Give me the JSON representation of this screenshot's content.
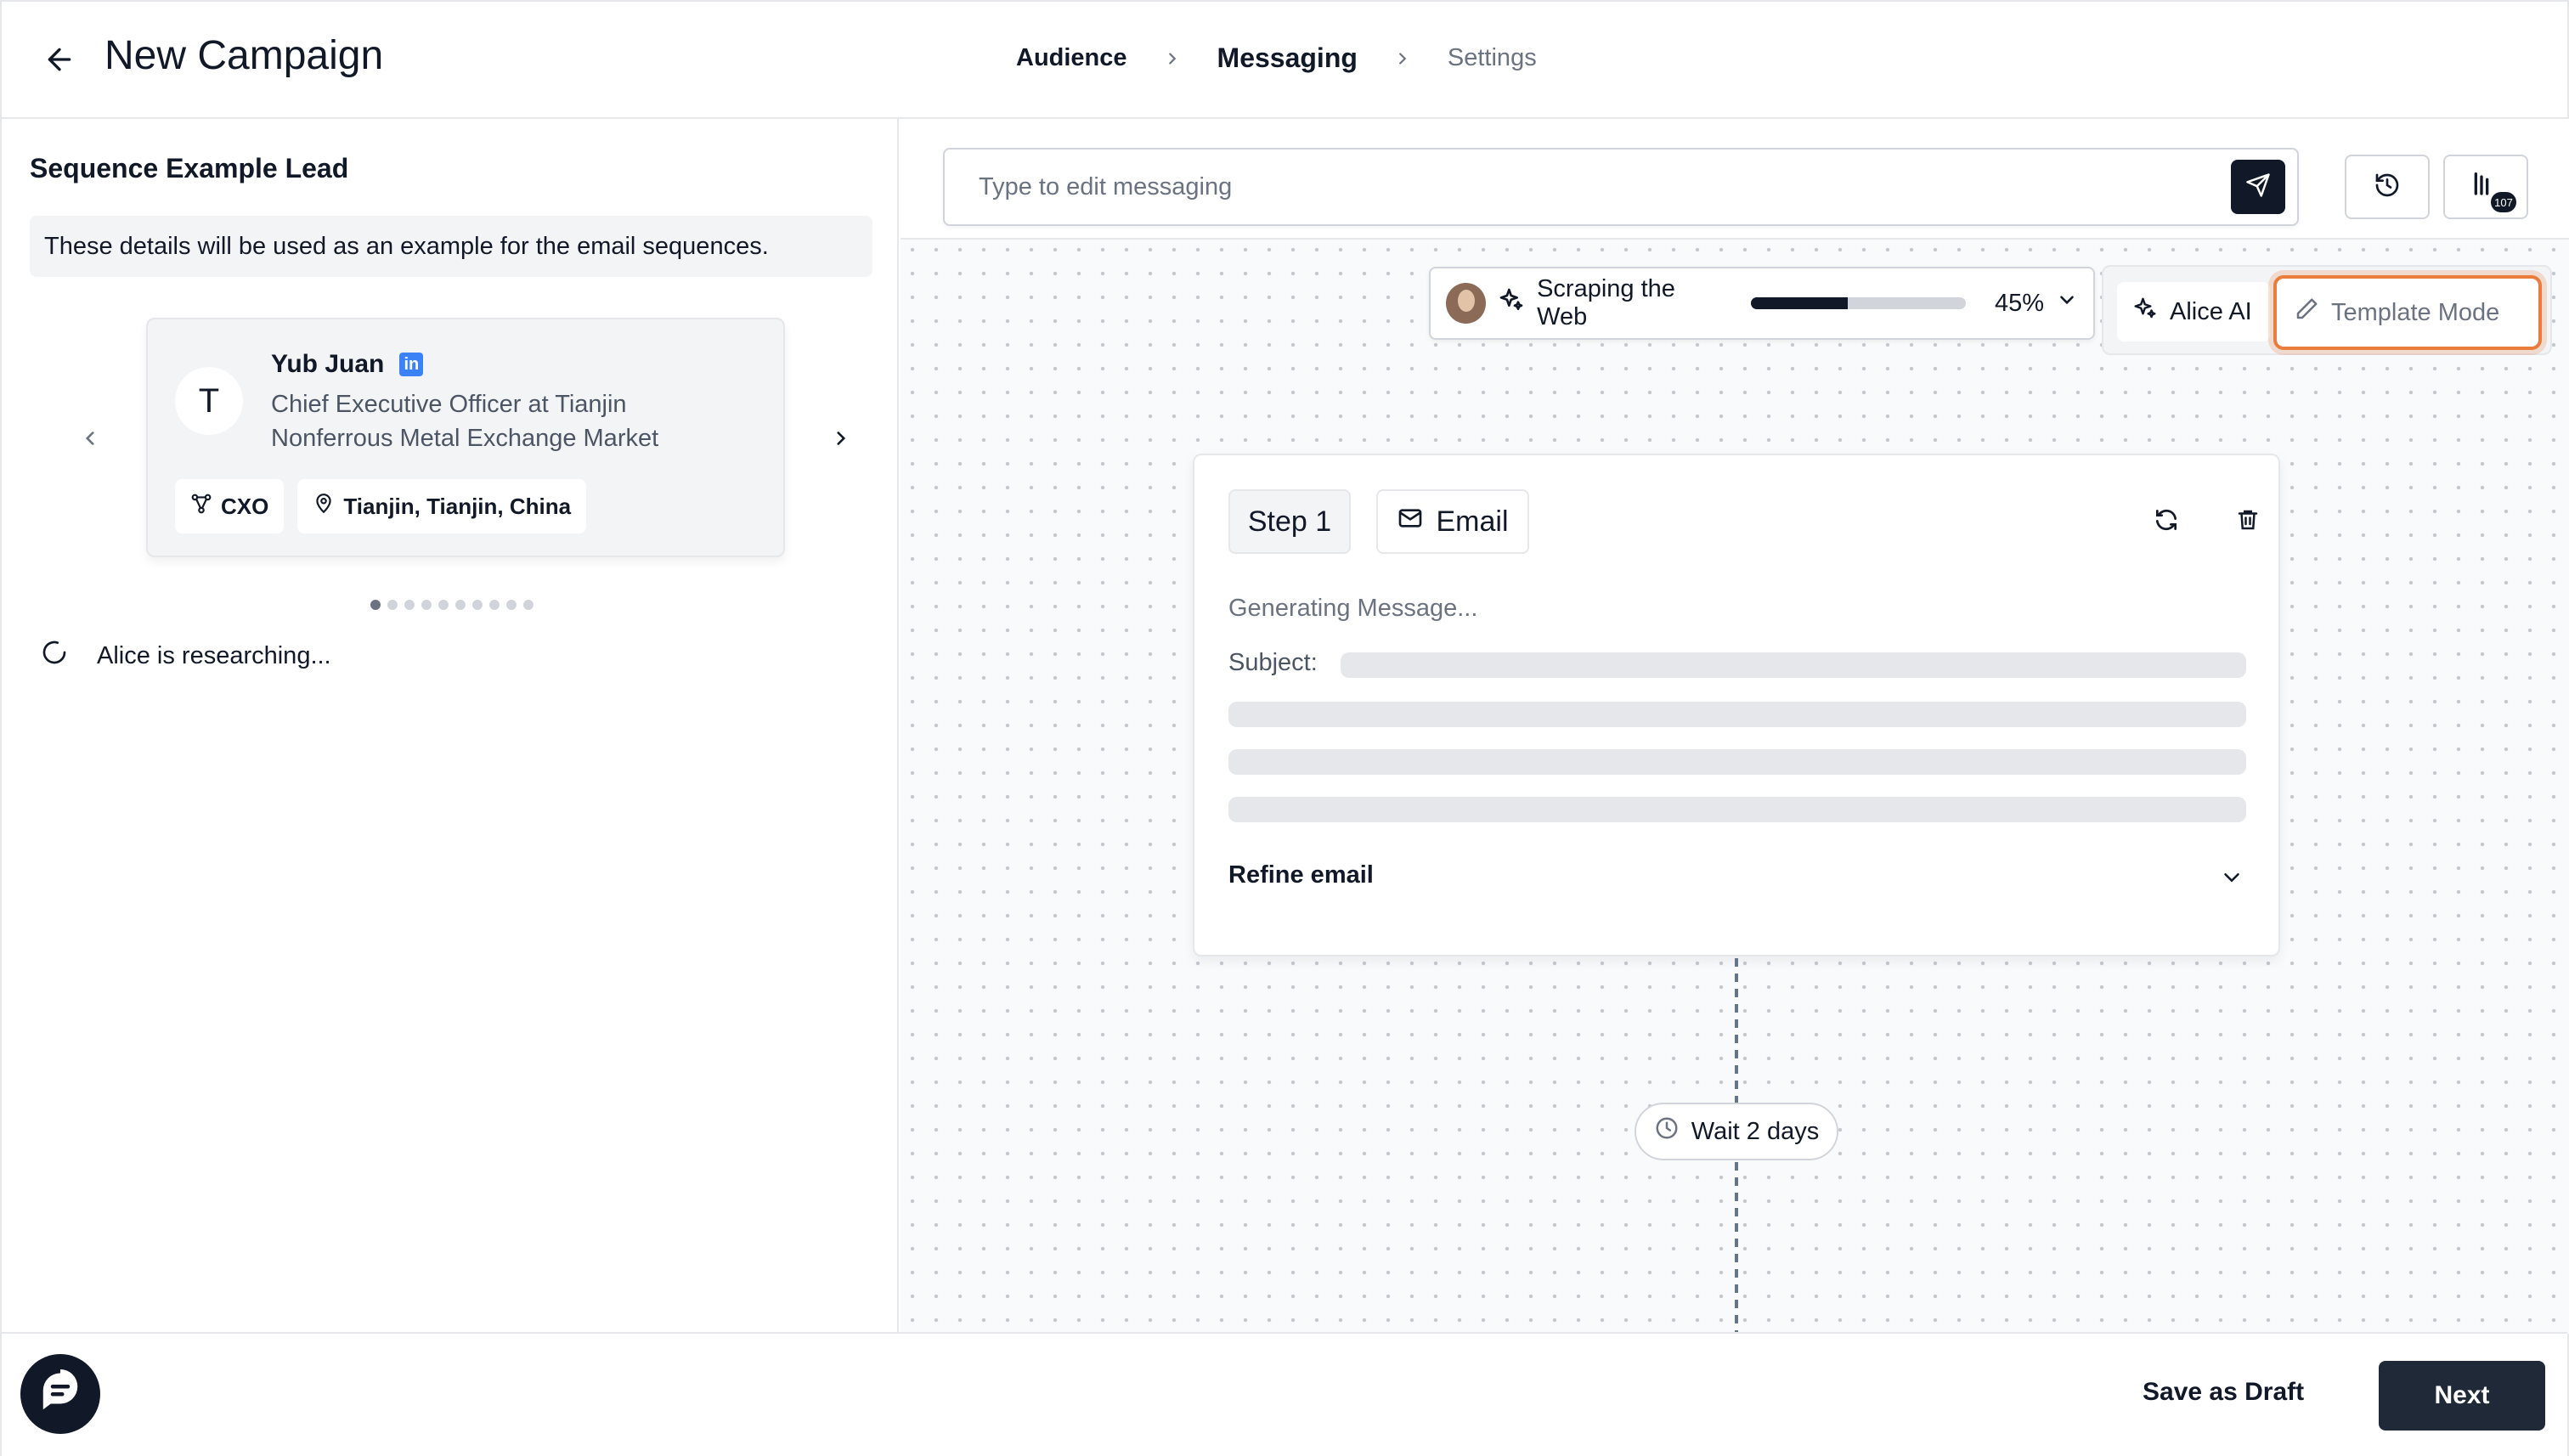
{
  "header": {
    "title": "New Campaign",
    "breadcrumbs": [
      {
        "label": "Audience"
      },
      {
        "label": "Messaging"
      },
      {
        "label": "Settings"
      }
    ]
  },
  "lead_panel": {
    "heading": "Sequence Example Lead",
    "note": "These details will be used as an example for the email sequences.",
    "lead": {
      "initial": "T",
      "name": "Yub Juan",
      "linkedin_badge": "in",
      "role": "Chief Executive Officer at Tianjin Nonferrous Metal Exchange Market",
      "tag_seniority": "CXO",
      "tag_location": "Tianjin, Tianjin, China"
    },
    "pagination_total": 10,
    "pagination_current": 1,
    "status": "Alice is researching..."
  },
  "editor": {
    "placeholder": "Type to edit messaging",
    "history_icon": "history-icon",
    "credits_badge": "107"
  },
  "progress": {
    "label": "Scraping the Web",
    "percent": 45,
    "percent_label": "45%"
  },
  "modes": {
    "alice_ai": "Alice AI",
    "template_mode": "Template Mode",
    "highlight_color": "#ea7c3c"
  },
  "step": {
    "step_label": "Step 1",
    "channel_label": "Email",
    "generating": "Generating Message...",
    "subject_label": "Subject:",
    "refine_label": "Refine email"
  },
  "wait": {
    "label": "Wait 2 days"
  },
  "footer": {
    "save_draft": "Save as Draft",
    "next": "Next"
  }
}
